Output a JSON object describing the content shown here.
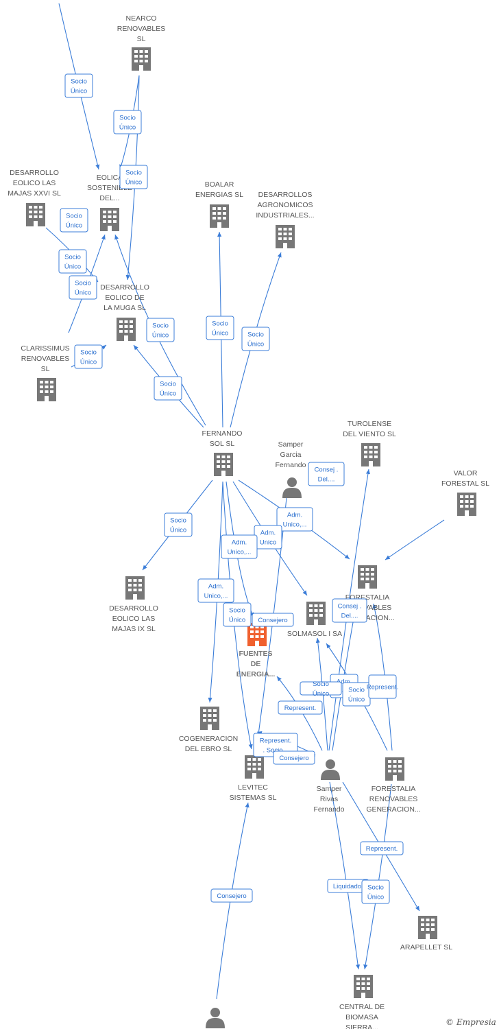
{
  "colors": {
    "edge": "#3b7dd8",
    "node": "#777777",
    "highlight": "#f0602e"
  },
  "nodes": [
    {
      "id": "nearco",
      "kind": "company",
      "label": [
        "NEARCO",
        "RENOVABLES",
        "SL"
      ]
    },
    {
      "id": "eolica",
      "kind": "company",
      "label": [
        "EOLICA",
        "SOSTENIBLE",
        "DEL..."
      ]
    },
    {
      "id": "majas26",
      "kind": "company",
      "label": [
        "DESARROLLO",
        "EOLICO LAS",
        "MAJAS XXVI  SL"
      ]
    },
    {
      "id": "boalar",
      "kind": "company",
      "label": [
        "BOALAR",
        "ENERGIAS  SL"
      ]
    },
    {
      "id": "agronomicos",
      "kind": "company",
      "label": [
        "DESARROLLOS",
        "AGRONOMICOS",
        "INDUSTRIALES..."
      ]
    },
    {
      "id": "muga",
      "kind": "company",
      "label": [
        "DESARROLLO",
        "EOLICO DE",
        "LA MUGA SL"
      ]
    },
    {
      "id": "clarissimus",
      "kind": "company",
      "label": [
        "CLARISSIMUS",
        "RENOVABLES",
        "SL"
      ]
    },
    {
      "id": "fernandosol",
      "kind": "company",
      "label": [
        "FERNANDO",
        "SOL SL"
      ]
    },
    {
      "id": "sampergarcia",
      "kind": "person",
      "label": [
        "Samper",
        "Garcia",
        "Fernando"
      ]
    },
    {
      "id": "turolense",
      "kind": "company",
      "label": [
        "TUROLENSE",
        "DEL VIENTO SL"
      ]
    },
    {
      "id": "valor",
      "kind": "company",
      "label": [
        "VALOR",
        "FORESTAL SL"
      ]
    },
    {
      "id": "forestalia1",
      "kind": "company",
      "label": [
        "FORESTALIA",
        "RENOVABLES",
        "GENERACION..."
      ]
    },
    {
      "id": "majas9",
      "kind": "company",
      "label": [
        "DESARROLLO",
        "EOLICO LAS",
        "MAJAS IX  SL"
      ]
    },
    {
      "id": "solmasol",
      "kind": "company",
      "label": [
        "SOLMASOL I SA"
      ]
    },
    {
      "id": "fuentes",
      "kind": "company-main",
      "label": [
        "FUENTES",
        "DE",
        "ENERGIA..."
      ]
    },
    {
      "id": "cogeneracion",
      "kind": "company",
      "label": [
        "COGENERACION",
        "DEL EBRO  SL"
      ]
    },
    {
      "id": "levitec",
      "kind": "company",
      "label": [
        "LEVITEC",
        "SISTEMAS  SL"
      ]
    },
    {
      "id": "samperrivas",
      "kind": "person",
      "label": [
        "Samper",
        "Rivas",
        "Fernando"
      ]
    },
    {
      "id": "forestalia2",
      "kind": "company",
      "label": [
        "FORESTALIA",
        "RENOVABLES",
        "GENERACION..."
      ]
    },
    {
      "id": "arapellet",
      "kind": "company",
      "label": [
        "ARAPELLET  SL"
      ]
    },
    {
      "id": "biomasa",
      "kind": "company",
      "label": [
        "CENTRAL DE",
        "BIOMASA",
        "SIERRA..."
      ]
    },
    {
      "id": "bottomperson",
      "kind": "person",
      "label": []
    }
  ],
  "edge_labels": [
    [
      "Socio",
      "Único"
    ],
    [
      "Socio",
      "Único"
    ],
    [
      "Socio",
      "Único"
    ],
    [
      "Socio",
      "Único"
    ],
    [
      "Socio",
      "Único"
    ],
    [
      "Socio",
      "Único"
    ],
    [
      "Socio",
      "Único"
    ],
    [
      "Socio",
      "Único"
    ],
    [
      "Socio",
      "Único"
    ],
    [
      "Socio",
      "Único"
    ],
    [
      "Socio",
      "Único"
    ],
    [
      "Socio",
      "Único"
    ],
    [
      "Consej .",
      "Del...."
    ],
    [
      "Adm.",
      "Unico,..."
    ],
    [
      "Adm.",
      "Unico"
    ],
    [
      "Adm.",
      "Unico,..."
    ],
    [
      "Adm.",
      "Unico,..."
    ],
    [
      "Socio",
      "Único"
    ],
    [
      "Consejero"
    ],
    [
      "Consej .",
      "Del...."
    ],
    [
      "Adm.",
      "Unico,..."
    ],
    [
      "Represent."
    ],
    [
      "Socio",
      "Único"
    ],
    [
      "Socio",
      "Único"
    ],
    [
      "Represent."
    ],
    [
      "Represent.",
      ". Socio..."
    ],
    [
      "Consejero"
    ],
    [
      "Represent."
    ],
    [
      "Liquidador"
    ],
    [
      "Socio",
      "Único"
    ],
    [
      "Consejero"
    ]
  ],
  "footer": {
    "copyright": "©",
    "brand": "Empresia"
  }
}
